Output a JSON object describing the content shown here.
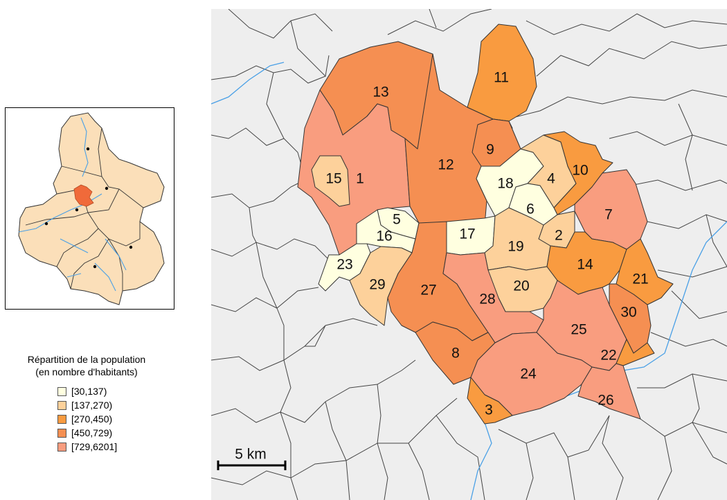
{
  "legend": {
    "title_line1": "Répartition de la population",
    "title_line2": "(en nombre d'habitants)",
    "classes": [
      {
        "label": "[30,137)",
        "color": "#ffffe0"
      },
      {
        "label": "[137,270)",
        "color": "#fdd19b"
      },
      {
        "label": "[270,450)",
        "color": "#f99b40"
      },
      {
        "label": "[450,729)",
        "color": "#f58f52"
      },
      {
        "label": "[729,6201]",
        "color": "#f99d7f"
      }
    ]
  },
  "scalebar": {
    "label": "5 km"
  },
  "communes": [
    {
      "id": "1",
      "class": 4
    },
    {
      "id": "2",
      "class": 1
    },
    {
      "id": "3",
      "class": 2
    },
    {
      "id": "4",
      "class": 1
    },
    {
      "id": "5",
      "class": 0
    },
    {
      "id": "6",
      "class": 0
    },
    {
      "id": "7",
      "class": 4
    },
    {
      "id": "8",
      "class": 3
    },
    {
      "id": "9",
      "class": 3
    },
    {
      "id": "10",
      "class": 2
    },
    {
      "id": "11",
      "class": 2
    },
    {
      "id": "12",
      "class": 3
    },
    {
      "id": "13",
      "class": 3
    },
    {
      "id": "14",
      "class": 2
    },
    {
      "id": "15",
      "class": 1
    },
    {
      "id": "16",
      "class": 0
    },
    {
      "id": "17",
      "class": 0
    },
    {
      "id": "18",
      "class": 0
    },
    {
      "id": "19",
      "class": 1
    },
    {
      "id": "20",
      "class": 1
    },
    {
      "id": "21",
      "class": 2
    },
    {
      "id": "22",
      "class": 2
    },
    {
      "id": "23",
      "class": 0
    },
    {
      "id": "24",
      "class": 4
    },
    {
      "id": "25",
      "class": 4
    },
    {
      "id": "26",
      "class": 4
    },
    {
      "id": "27",
      "class": 3
    },
    {
      "id": "28",
      "class": 4
    },
    {
      "id": "29",
      "class": 1
    },
    {
      "id": "30",
      "class": 3
    }
  ],
  "colors": {
    "background": "#eeeeee",
    "border": "#333333",
    "river": "#4aa0e6",
    "region_fill": "#fbdfb9",
    "highlight": "#f06a3a"
  }
}
